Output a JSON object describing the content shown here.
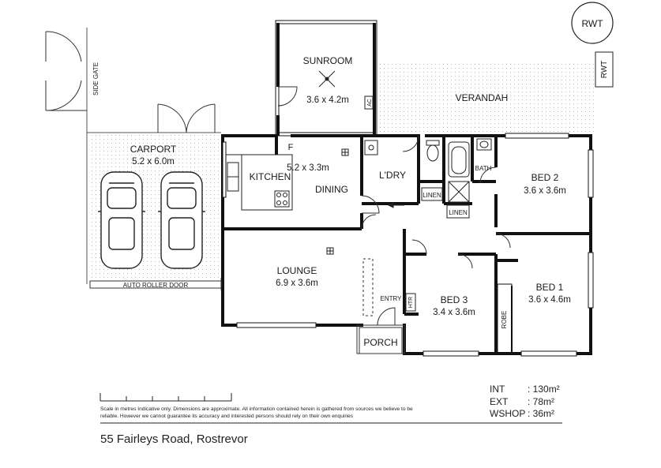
{
  "rooms": {
    "sunroom": {
      "name": "SUNROOM",
      "dims": "3.6 x 4.2m"
    },
    "verandah": {
      "name": "VERANDAH"
    },
    "carport": {
      "name": "CARPORT",
      "dims": "5.2 x 6.0m"
    },
    "kitchen": {
      "name": "KITCHEN"
    },
    "dining": {
      "name": "DINING",
      "dims": "5.2 x 3.3m"
    },
    "laundry": {
      "name": "L'DRY"
    },
    "bath": {
      "name": "BATH"
    },
    "bed2": {
      "name": "BED 2",
      "dims": "3.6 x 3.6m"
    },
    "lounge": {
      "name": "LOUNGE",
      "dims": "6.9 x 3.6m"
    },
    "bed3": {
      "name": "BED 3",
      "dims": "3.4 x 3.6m"
    },
    "bed1": {
      "name": "BED 1",
      "dims": "3.6 x 4.6m"
    },
    "entry": {
      "name": "ENTRY"
    },
    "porch": {
      "name": "PORCH"
    }
  },
  "labels": {
    "rwt": "RWT",
    "side_gate": "SIDE GATE",
    "auto_roller_door": "AUTO ROLLER DOOR",
    "fridge": "F",
    "ac": "AC",
    "linen": "LINEN",
    "htr": "HTR",
    "robe": "ROBE"
  },
  "scale_note": "Scale in metres Indicative only. Dimensions are approximate. All information contained herein is gathered from sources we believe to be reliable. However we cannot guarantee its accuracy and interested persons should rely on their own enquiries",
  "areas": [
    {
      "label": "INT",
      "value": ": 130m²"
    },
    {
      "label": "EXT",
      "value": ": 78m²"
    },
    {
      "label": "WSHOP",
      "value": ": 36m²"
    }
  ],
  "address": "55 Fairleys Road, Rostrevor"
}
